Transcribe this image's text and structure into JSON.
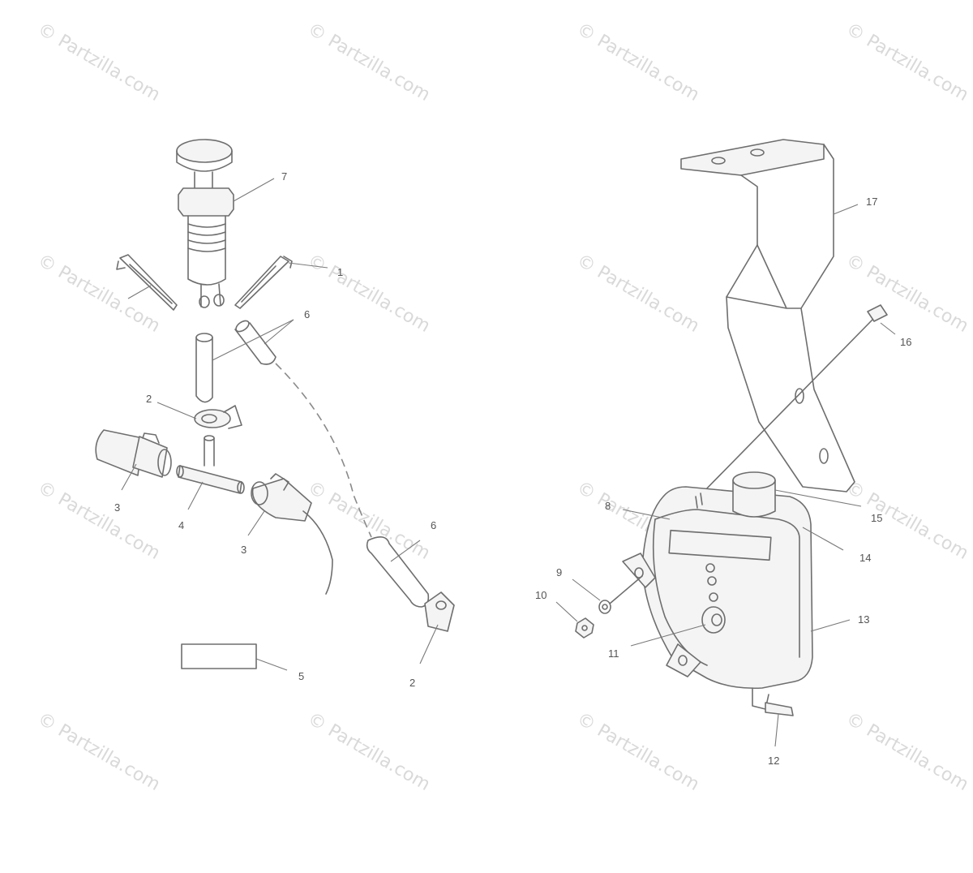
{
  "watermark": {
    "text": "© Partzilla.com",
    "color": "#d9d9d9"
  },
  "callouts": {
    "c1": "1",
    "c2a": "2",
    "c2b": "2",
    "c3a": "3",
    "c3b": "3",
    "c4": "4",
    "c5": "5",
    "c6a": "6",
    "c6b": "6",
    "c7": "7",
    "c8": "8",
    "c9": "9",
    "c10": "10",
    "c11": "11",
    "c12": "12",
    "c13": "13",
    "c14": "14",
    "c15": "15",
    "c16": "16",
    "c17": "17"
  },
  "colors": {
    "line": "#6e6e6e",
    "label": "#555555",
    "background": "#ffffff"
  }
}
